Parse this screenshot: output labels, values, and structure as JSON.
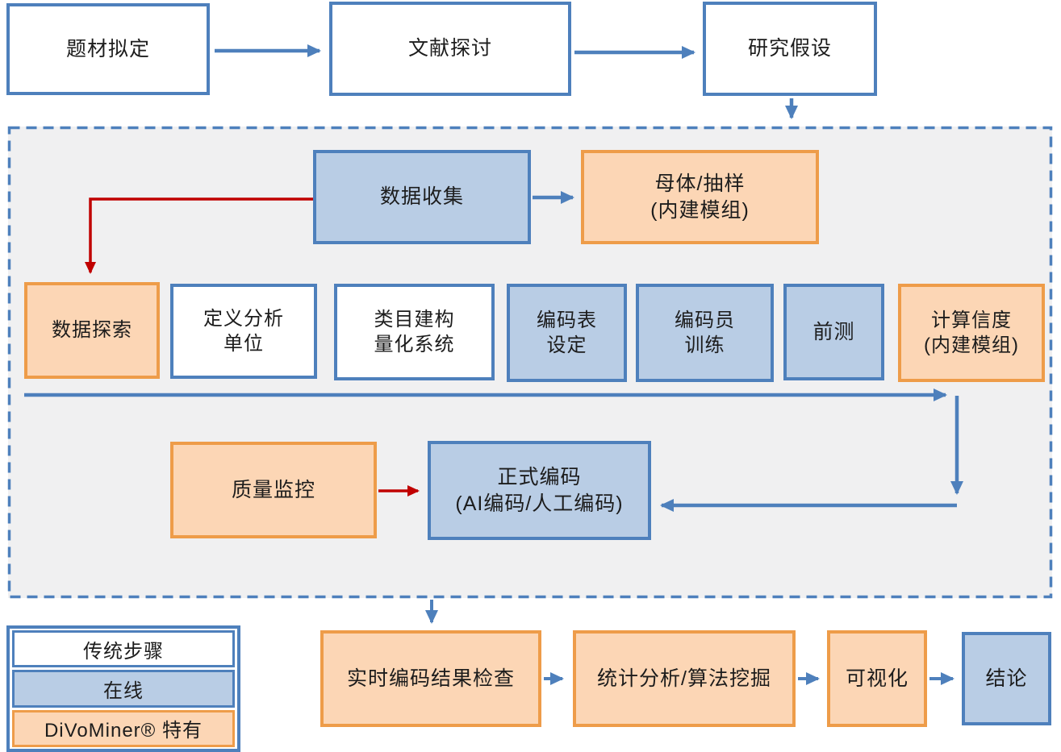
{
  "colors": {
    "blue_border": "#4e80bc",
    "blue_fill": "#b9cde5",
    "orange_border": "#ee9c49",
    "orange_fill": "#fcd6b5",
    "white_fill": "#ffffff",
    "panel_bg": "#f0f0f1",
    "blue_arrow": "#4e80bc",
    "red_arrow": "#c00000"
  },
  "top_row": {
    "topic": "题材拟定",
    "literature": "文献探讨",
    "hypothesis": "研究假设"
  },
  "process_panel": {
    "data_collection": "数据收集",
    "sampling": {
      "line1": "母体/抽样",
      "line2": "(内建模组)"
    },
    "data_exploration": "数据探索",
    "define_unit": {
      "line1": "定义分析",
      "line2": "单位"
    },
    "category_system": {
      "line1": "类目建构",
      "line2": "量化系统"
    },
    "codebook_setup": {
      "line1": "编码表",
      "line2": "设定"
    },
    "coder_training": {
      "line1": "编码员",
      "line2": "训练"
    },
    "pretest": "前测",
    "reliability": {
      "line1": "计算信度",
      "line2": "(内建模组)"
    },
    "quality_monitoring": "质量监控",
    "formal_coding": {
      "line1": "正式编码",
      "line2": "(AI编码/人工编码)"
    }
  },
  "bottom_row": {
    "realtime_check": "实时编码结果检查",
    "statistics": "统计分析/算法挖掘",
    "visualization": "可视化",
    "conclusion": "结论"
  },
  "legend": {
    "traditional": "传统步骤",
    "online": "在线",
    "divominer": "DiVoMiner® 特有"
  }
}
